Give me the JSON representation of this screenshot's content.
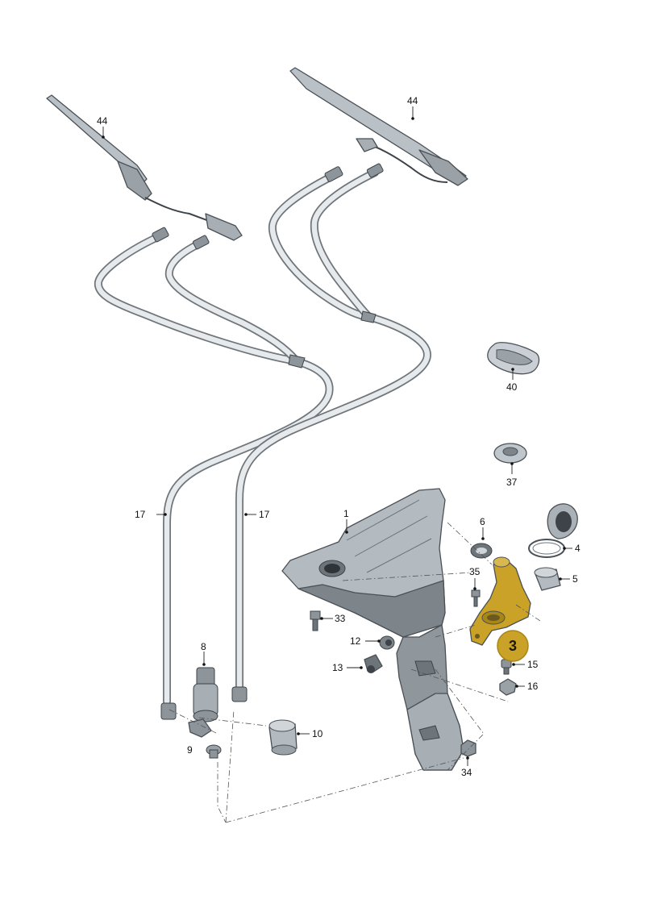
{
  "diagram": {
    "labels": {
      "l1": "1",
      "l3": "3",
      "l4": "4",
      "l5": "5",
      "l6": "6",
      "l8": "8",
      "l9": "9",
      "l10": "10",
      "l12": "12",
      "l13": "13",
      "l15": "15",
      "l16": "16",
      "l17a": "17",
      "l17b": "17",
      "l33": "33",
      "l34": "34",
      "l35": "35",
      "l37": "37",
      "l40": "40",
      "l44a": "44",
      "l44b": "44"
    },
    "highlight_color": "#c9a227",
    "highlight_part": "3"
  }
}
